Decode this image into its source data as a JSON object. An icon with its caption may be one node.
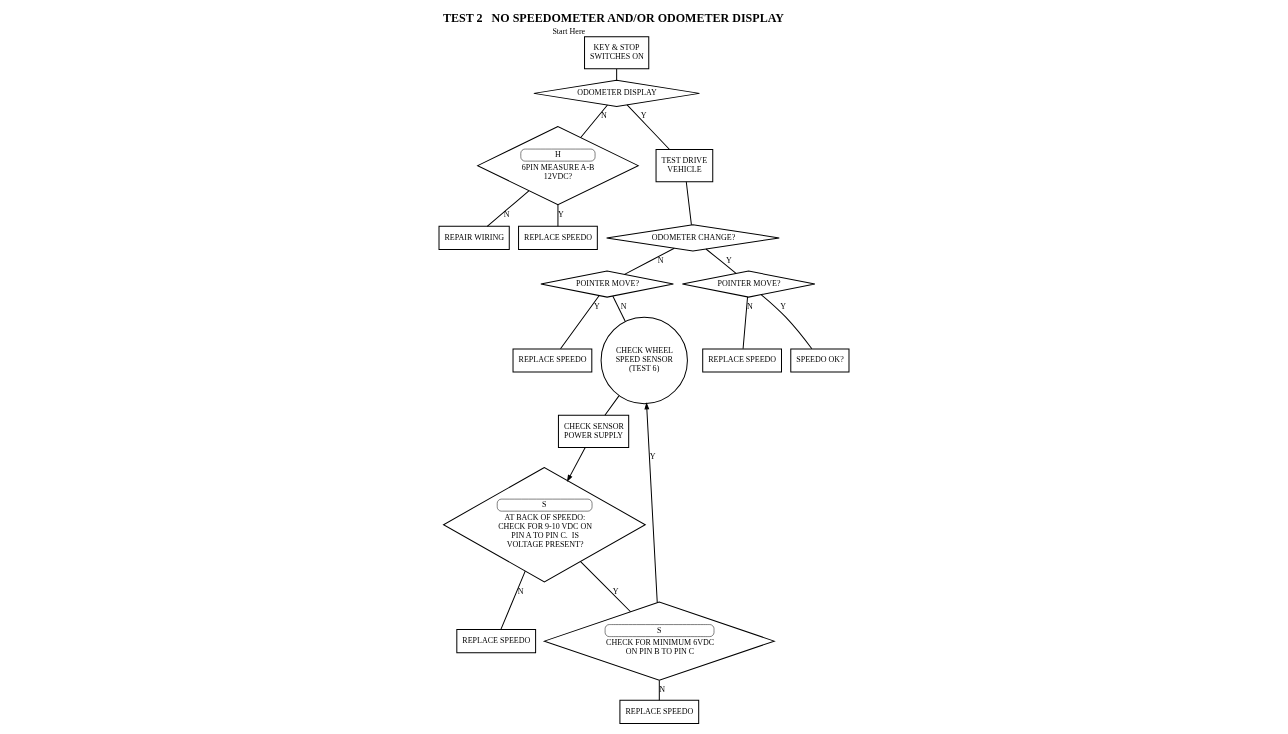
{
  "diagram": {
    "title": "TEST 2   NO SPEEDOMETER AND/OR ODOMETER DISPLAY",
    "nodes": [
      {
        "text": [
          "KEY & STOP SWITCHES ON"
        ],
        "beside": [
          "Start Here"
        ]
      },
      {
        "text": [
          "ODOMETER DISPLAY"
        ]
      },
      {
        "text": [
          "H",
          "6PIN MEASURE A-B 12VDC?"
        ]
      },
      {
        "text": [
          "REPLACE SPEEDO"
        ]
      },
      {
        "text": [
          "REPAIR WIRING"
        ]
      },
      {
        "text": [
          "TEST DRIVE VEHICLE"
        ]
      },
      {
        "text": [
          "ODOMETER CHANGE?"
        ]
      },
      {
        "text": [
          "REPLACE SPEEDO"
        ]
      },
      {
        "text": [
          "POINTER MOVE?"
        ]
      },
      {
        "text": [
          "CHECK WHEEL SPEED SENSOR (TEST 6)"
        ]
      },
      {
        "text": [
          "REPLACE SPEEDO"
        ]
      },
      {
        "text": [
          "POINTER MOVE?"
        ]
      },
      {
        "text": [
          "SPEEDO OK?"
        ]
      },
      {
        "text": [
          "CHECK SENSOR POWER SUPPLY"
        ]
      },
      {
        "text": [
          "S",
          "CHECK FOR MINIMUM 6VDC ON PIN B TO PIN C"
        ]
      },
      {
        "text": [
          "REPLACE SPEEDO"
        ]
      },
      {
        "text": [
          "S",
          "AT BACK OF SPEEDO: CHECK FOR 9-10 VDC ON PIN A TO PIN C.  IS VOLTAGE PRESENT?"
        ]
      },
      {
        "text": [
          "REPLACE SPEEDO"
        ]
      }
    ],
    "edges": [
      {
        "from": 0,
        "to": 1,
        "arrow": "none"
      },
      {
        "from": 1,
        "to": 2,
        "arrow": "none",
        "label": "N"
      },
      {
        "from": 2,
        "to": 3,
        "arrow": "none",
        "label": "Y"
      },
      {
        "from": 2,
        "to": 4,
        "arrow": "none",
        "label": "N"
      },
      {
        "from": 1,
        "to": 5,
        "arrow": "none",
        "label": "Y"
      },
      {
        "from": 5,
        "to": 6,
        "arrow": "none"
      },
      {
        "from": 6,
        "to": 8,
        "arrow": "none",
        "label": "N"
      },
      {
        "from": 8,
        "to": 7,
        "arrow": "none",
        "label": "Y"
      },
      {
        "from": 8,
        "to": 9,
        "arrow": "none",
        "label": "N"
      },
      {
        "from": 6,
        "to": 11,
        "arrow": "none",
        "label": "Y"
      },
      {
        "from": 11,
        "to": 10,
        "arrow": "none",
        "label": "N"
      },
      {
        "from": 11,
        "to": 12,
        "arrow": "none",
        "label": "Y"
      },
      {
        "from": 9,
        "to": 13,
        "arrow": "none"
      },
      {
        "from": 13,
        "to": 16,
        "arrow": "to"
      },
      {
        "from": 16,
        "to": 14,
        "arrow": "none",
        "label": "Y"
      },
      {
        "from": 16,
        "to": 17,
        "arrow": "none",
        "label": "N"
      },
      {
        "from": 14,
        "to": 15,
        "arrow": "none",
        "label": "N"
      },
      {
        "from": 14,
        "to": 9,
        "arrow": "to",
        "label": "Y"
      }
    ]
  }
}
